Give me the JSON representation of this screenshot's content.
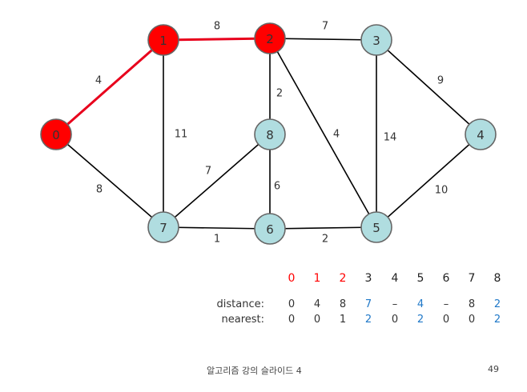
{
  "colors": {
    "visited": "#ff0000",
    "unvisited": "#b0dde0",
    "tree_edge": "#e8001c",
    "edge": "#000000",
    "updated": "#1f78c8",
    "text": "#333333"
  },
  "graph": {
    "nodes": [
      {
        "id": "0",
        "label": "0",
        "visited": true
      },
      {
        "id": "1",
        "label": "1",
        "visited": true
      },
      {
        "id": "2",
        "label": "2",
        "visited": true
      },
      {
        "id": "3",
        "label": "3",
        "visited": false
      },
      {
        "id": "4",
        "label": "4",
        "visited": false
      },
      {
        "id": "5",
        "label": "5",
        "visited": false
      },
      {
        "id": "6",
        "label": "6",
        "visited": false
      },
      {
        "id": "7",
        "label": "7",
        "visited": false
      },
      {
        "id": "8",
        "label": "8",
        "visited": false
      }
    ],
    "edges": [
      {
        "from": "0",
        "to": "1",
        "weight": "4",
        "tree": true
      },
      {
        "from": "1",
        "to": "2",
        "weight": "8",
        "tree": true
      },
      {
        "from": "2",
        "to": "3",
        "weight": "7",
        "tree": false
      },
      {
        "from": "3",
        "to": "4",
        "weight": "9",
        "tree": false
      },
      {
        "from": "1",
        "to": "7",
        "weight": "11",
        "tree": false
      },
      {
        "from": "0",
        "to": "7",
        "weight": "8",
        "tree": false
      },
      {
        "from": "2",
        "to": "8",
        "weight": "2",
        "tree": false
      },
      {
        "from": "2",
        "to": "5",
        "weight": "4",
        "tree": false
      },
      {
        "from": "3",
        "to": "5",
        "weight": "14",
        "tree": false
      },
      {
        "from": "4",
        "to": "5",
        "weight": "10",
        "tree": false
      },
      {
        "from": "8",
        "to": "7",
        "weight": "7",
        "tree": false
      },
      {
        "from": "8",
        "to": "6",
        "weight": "6",
        "tree": false
      },
      {
        "from": "7",
        "to": "6",
        "weight": "1",
        "tree": false
      },
      {
        "from": "6",
        "to": "5",
        "weight": "2",
        "tree": false
      }
    ]
  },
  "table": {
    "headers": [
      {
        "text": "0",
        "highlight": true
      },
      {
        "text": "1",
        "highlight": true
      },
      {
        "text": "2",
        "highlight": true
      },
      {
        "text": "3",
        "highlight": false
      },
      {
        "text": "4",
        "highlight": false
      },
      {
        "text": "5",
        "highlight": false
      },
      {
        "text": "6",
        "highlight": false
      },
      {
        "text": "7",
        "highlight": false
      },
      {
        "text": "8",
        "highlight": false
      }
    ],
    "rows": [
      {
        "label": "distance:",
        "cells": [
          {
            "text": "0",
            "updated": false
          },
          {
            "text": "4",
            "updated": false
          },
          {
            "text": "8",
            "updated": false
          },
          {
            "text": "7",
            "updated": true
          },
          {
            "text": "–",
            "updated": false
          },
          {
            "text": "4",
            "updated": true
          },
          {
            "text": "–",
            "updated": false
          },
          {
            "text": "8",
            "updated": false
          },
          {
            "text": "2",
            "updated": true
          }
        ]
      },
      {
        "label": "nearest:",
        "cells": [
          {
            "text": "0",
            "updated": false
          },
          {
            "text": "0",
            "updated": false
          },
          {
            "text": "1",
            "updated": false
          },
          {
            "text": "2",
            "updated": true
          },
          {
            "text": "0",
            "updated": false
          },
          {
            "text": "2",
            "updated": true
          },
          {
            "text": "0",
            "updated": false
          },
          {
            "text": "0",
            "updated": false
          },
          {
            "text": "2",
            "updated": true
          }
        ]
      }
    ]
  },
  "footer": {
    "title": "알고리즘 강의 슬라이드 4",
    "page_number": "49"
  }
}
